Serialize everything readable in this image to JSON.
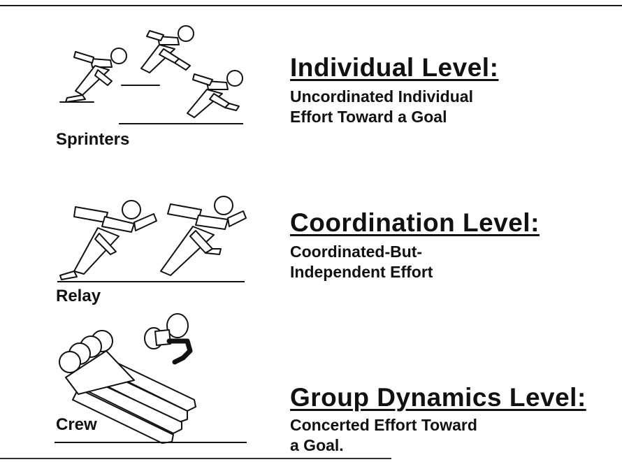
{
  "levels": [
    {
      "image_label": "Sprinters",
      "title": "Individual Level:",
      "desc_lines": [
        "Uncordinated Individual",
        "Effort Toward a Goal"
      ],
      "figure_icon": "sprinters-icon"
    },
    {
      "image_label": "Relay",
      "title": "Coordination Level:",
      "desc_lines": [
        "Coordinated-But-",
        "Independent Effort"
      ],
      "figure_icon": "relay-runners-icon"
    },
    {
      "image_label": "Crew",
      "title": "Group Dynamics Level:",
      "desc_lines": [
        "Concerted Effort Toward",
        "a Goal."
      ],
      "figure_icon": "rowing-crew-icon"
    }
  ]
}
